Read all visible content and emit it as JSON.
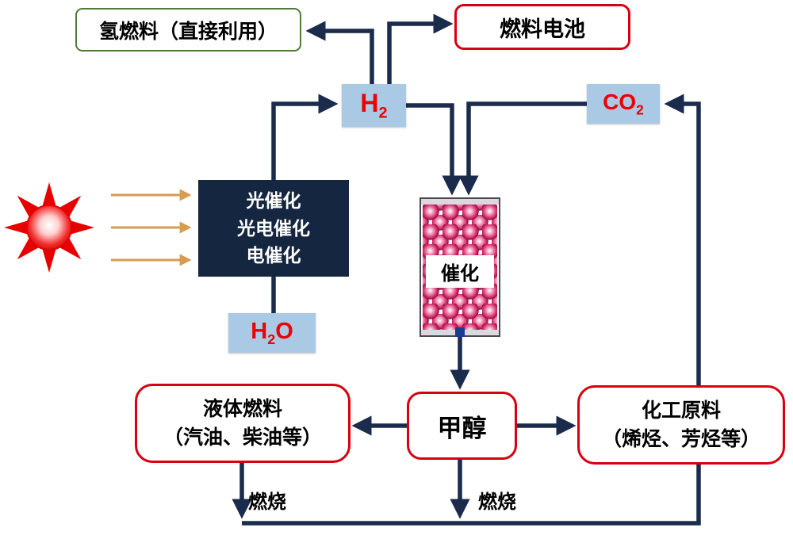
{
  "nodes": {
    "hydrogen_fuel": {
      "label": "氢燃料（直接利用）"
    },
    "fuel_cell": {
      "label": "燃料电池"
    },
    "h2": {
      "base": "H",
      "sub": "2"
    },
    "co2": {
      "base": "CO",
      "sub": "2"
    },
    "catalysis_stack": {
      "line1": "光催化",
      "line2": "光电催化",
      "line3": "电催化"
    },
    "h2o": {
      "pre": "H",
      "sub": "2",
      "post": "O"
    },
    "reactor": {
      "label": "催化"
    },
    "methanol": {
      "label": "甲醇"
    },
    "liquid_fuel": {
      "line1": "液体燃料",
      "line2": "（汽油、柴油等）"
    },
    "chemical_feedstock": {
      "line1": "化工原料",
      "line2": "（烯烃、芳烃等）"
    }
  },
  "labels": {
    "combustion_left": "燃烧",
    "combustion_right": "燃烧"
  },
  "colors": {
    "arrow_navy": "#1a2b4c",
    "arrow_orange": "#d79b52",
    "box_blue_bg": "#a9c9e4",
    "chem_text_red": "#ee0000",
    "red_border": "#d7000f",
    "green_border": "#4e7a3a",
    "navy_box_bg": "#152740",
    "sun_red": "#e60000",
    "sphere_pink": "#df3d79"
  }
}
